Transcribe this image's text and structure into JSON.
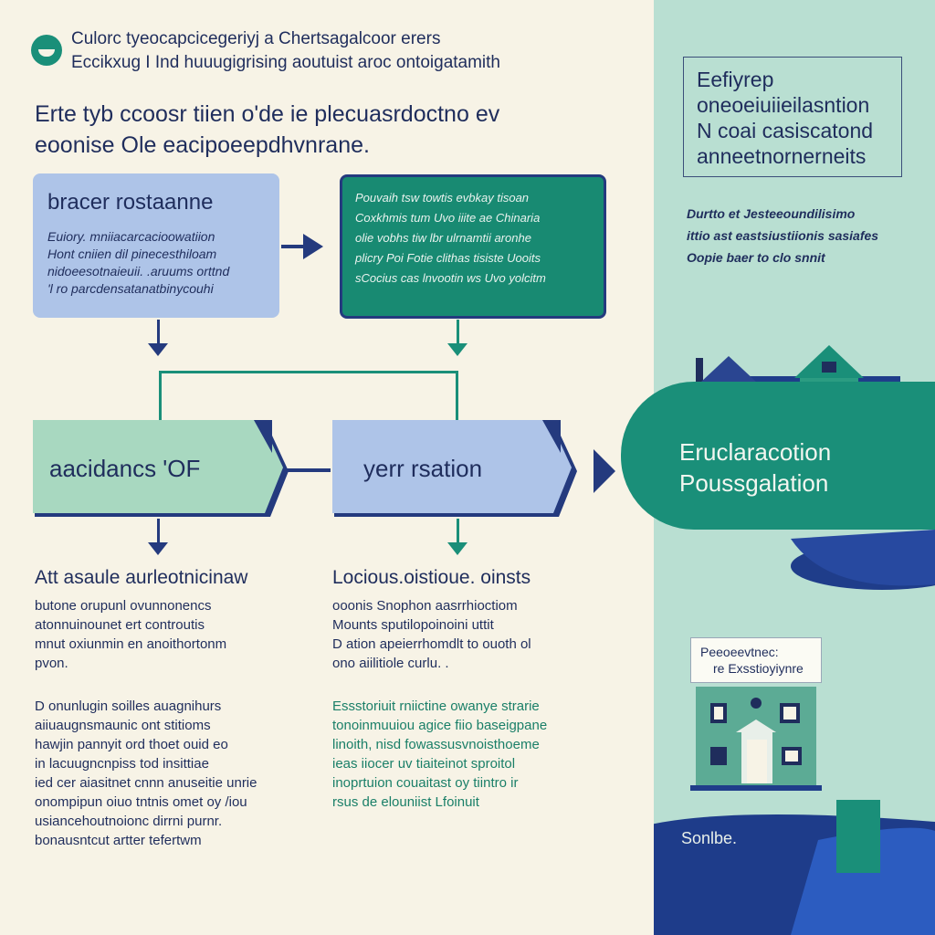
{
  "header": {
    "title_line1": "Culorc tyeocapcicegeriyj a Chertsagalcoor erers",
    "title_line2": "Eccikxug I Ind huuugigrising aoutuist aroc ontoigatamith"
  },
  "intro": {
    "line1": "Erte tyb ccoosr tiien o'de ie plecuasrdoctno ev",
    "line2": "eoonise Ole eacipoeepdhvnrane."
  },
  "box1": {
    "title": "bracer rostaanne",
    "lines": [
      "Euiory. mniiacarcacioowatiion",
      "Hont cniien dil pinecesthiloam",
      "nidoeesotnaieuii. .aruums orttnd",
      "'l ro parcdensatanatbinycouhi"
    ]
  },
  "box2": {
    "lines": [
      "Pouvaih tsw towtis evbkay tisoan",
      "Coxkhmis tum Uvo iiite ae Chinaria",
      "olie vobhs tiw lbr ulrnamtii aronhe",
      "plicry Poi Fotie clithas tisiste Uooits",
      "sCocius cas lnvootin ws Uvo yolcitm"
    ]
  },
  "tag1": {
    "label": "aacidancs 'OF"
  },
  "tag2": {
    "label": "yerr rsation"
  },
  "col1": {
    "heading": "Att asaule aurleotnicinaw",
    "para1": [
      "butone orupunl ovunnonencs",
      "atonnuinounet ert controutis",
      "mnut oxiunmin en anoithortonm",
      "pvon."
    ],
    "para2": [
      "D onunlugin soilles auagnihurs",
      "aiiuaugnsmaunic ont stitioms",
      "hawjin pannyit ord thoet ouid eo",
      "in lacuugncnpiss tod insittiae",
      "ied cer aiasitnet cnnn anuseitie unrie",
      "onompipun oiuo tntnis omet oy /iou",
      "usiancehoutnoionc dirrni purnr.",
      "bonausntcut artter tefertwm"
    ]
  },
  "col2": {
    "heading": "Locious.oistioue. oinsts",
    "para1": [
      "ooonis Snophon aasrrhioctiom",
      "Mounts sputilopoinoini uttit",
      "D ation apeierrhomdlt to ouoth ol",
      "ono aiilitiole curlu. ."
    ],
    "para2": [
      "Essstoriuit rniictine owanye strarie",
      "tonoinmuuiou agice fiio baseigpane",
      "linoith, nisd fowassusvnoisthoeme",
      "ieas iiocer uv tiaiteinot sproitol",
      "inoprtuion couaitast oy tiintro ir",
      "rsus de elouniist Lfoinuit"
    ]
  },
  "side": {
    "title_lines": [
      "Eefiyrep",
      "oneoeiuiieilasntion",
      "N coai casiscatond",
      "anneetnornerneits"
    ],
    "body_lines": [
      "Durtto et Jesteeoundilisimo",
      "ittio ast eastsiustiionis sasiafes",
      "Oopie baer to clo snnit"
    ]
  },
  "pill": {
    "line1": "Eruclaracotion",
    "line2": "Poussgalation"
  },
  "label": {
    "line1": "Peeoeevtnec:",
    "line2": "re Exsstioyiynre"
  },
  "footer": {
    "label": "Sonlbe."
  },
  "colors": {
    "navy": "#243a7e",
    "teal": "#1a8f79",
    "light_blue": "#aec4e8",
    "mint": "#b9dfd2",
    "mint_tag": "#a8d8c0",
    "cream": "#f7f3e6"
  }
}
